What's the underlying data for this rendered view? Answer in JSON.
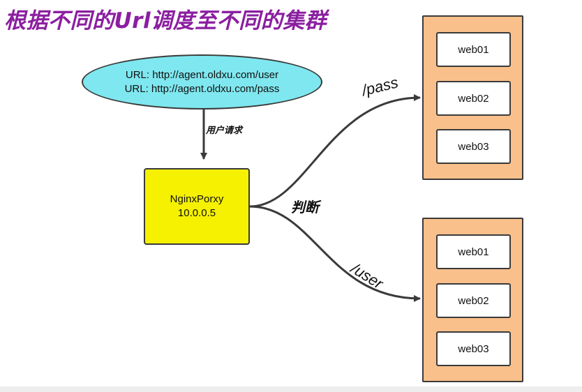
{
  "title": "根据不同的Url调度至不同的集群",
  "request": {
    "url_line_1": "URL: http://agent.oldxu.com/user",
    "url_line_2": "URL: http://agent.oldxu.com/pass"
  },
  "request_arrow_label": "用户请求",
  "proxy": {
    "name": "NginxPorxy",
    "ip": "10.0.0.5"
  },
  "decision_label": "判断",
  "routes": {
    "pass_label": "/pass",
    "user_label": "/user"
  },
  "clusters": {
    "pass": {
      "servers": [
        "web01",
        "web02",
        "web03"
      ]
    },
    "user": {
      "servers": [
        "web01",
        "web02",
        "web03"
      ]
    }
  },
  "colors": {
    "title": "#8b1fa0",
    "request_fill": "#7fe7ef",
    "proxy_fill": "#f5f100",
    "cluster_fill": "#f9c08b",
    "server_fill": "#ffffff",
    "lines": "#3a3a3a"
  }
}
